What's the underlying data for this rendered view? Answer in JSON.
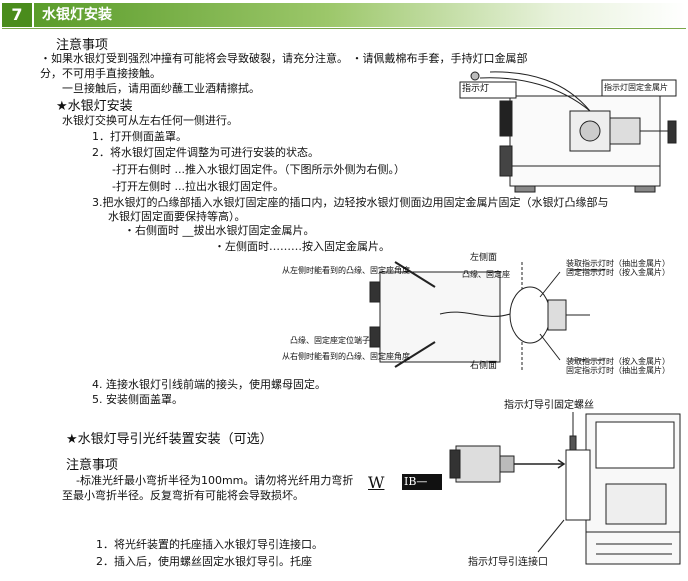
{
  "header": {
    "number": "7",
    "title": "水银灯安装"
  },
  "section1": {
    "caution_title": "注意事项",
    "caution_line1": "・如果水银灯受到强烈冲撞有可能将会导致破裂，请充分注意。  ・请佩戴棉布手套，手持灯口金属部",
    "caution_line2": "分，不可用手直接接触。",
    "caution_line3": "一旦接触后，请用面纱蘸工业酒精擦拭。",
    "install_title": "★水银灯安装",
    "install_intro": "水银灯交换可从左右任何一侧进行。",
    "step1": "1．打开侧面盖罩。",
    "step2": "2．将水银灯固定件调整为可进行安装的状态。",
    "step2a": "-打开右侧时  ...推入水银灯固定件。（下图所示外侧为右侧。）",
    "step2b": "-打开左侧时  ...拉出水银灯固定件。",
    "step3_line1": "3.把水银灯的凸缘部插入水银灯固定座的插口内，边轻按水银灯侧面边用固定金属片固定（水银灯凸缘部与",
    "step3_line2": "水银灯固定面要保持等高）。",
    "step3a": "・右侧面时  __拔出水银灯固定金属片。",
    "step3b": "・左侧面时………按入固定金属片。",
    "step4": "4. 连接水银灯引线前端的接头，使用螺母固定。",
    "step5": "5. 安装侧面盖罩。"
  },
  "figure1": {
    "label_lamp": "指示灯",
    "label_plate": "指示灯固定金属片"
  },
  "figure2": {
    "label_left_side": "左侧面",
    "label_right_side": "右侧面",
    "label_left_insert": "从左侧时能看到的凸缘、固定座角度",
    "label_flange": "凸缘、固定座",
    "label_terminal": "凸缘、固定座定位端子",
    "label_right_insert": "从右侧时能看到的凸缘、固定座角度",
    "label_top_right1": "装取指示灯时（抽出金属片）",
    "label_top_right2": "固定指示灯时（按入金属片）",
    "label_bot_right1": "装取指示灯时（按入金属片）",
    "label_bot_right2": "固定指示灯时（抽出金属片）"
  },
  "section2": {
    "title": "★水银灯导引光纤装置安装（可选）",
    "caution_title": "注意事项",
    "caution_line1": "-标准光纤最小弯折半径为100mm。请勿将光纤用力弯折",
    "caution_line2": "至最小弯折半径。反复弯折有可能将会导致损坏。",
    "marker_w": "W",
    "marker_ib": "IB—",
    "step1": "1．将光纤装置的托座插入水银灯导引连接口。",
    "step2": "2．插入后，使用螺丝固定水银灯导引。托座"
  },
  "figure3": {
    "label_screw": "指示灯导引固定螺丝",
    "label_port": "指示灯导引连接口"
  }
}
